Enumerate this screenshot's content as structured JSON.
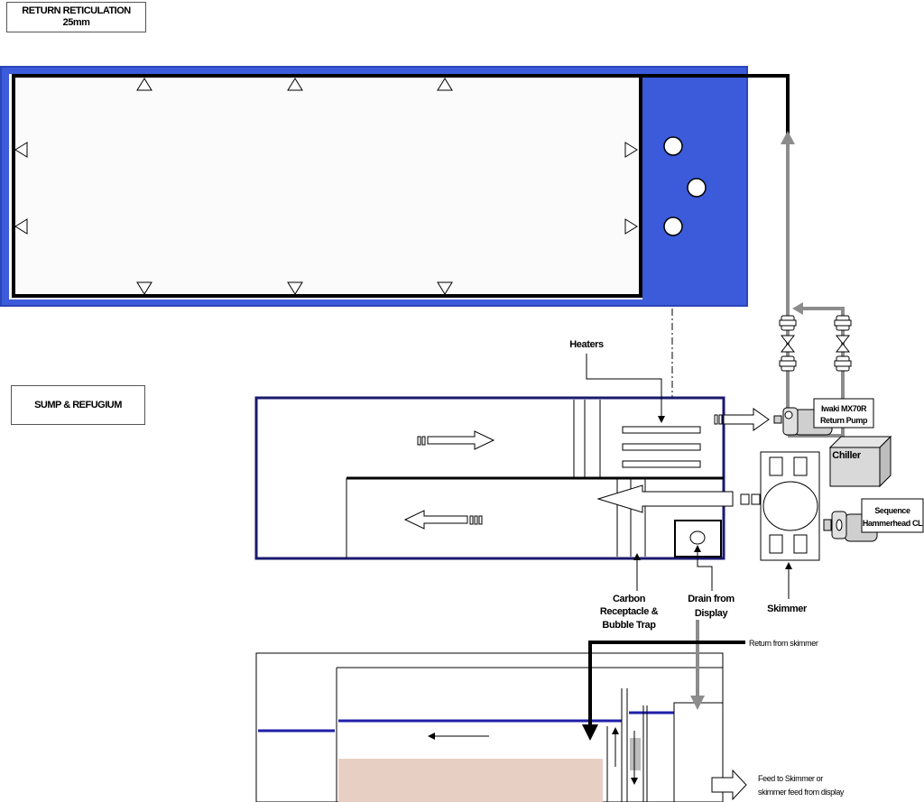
{
  "labels": {
    "return_reticulation": [
      "RETURN RETICULATION",
      "25mm"
    ],
    "sump_refugium": "SUMP & REFUGIUM",
    "heaters": "Heaters",
    "pump": [
      "Iwaki MX70R",
      "Return Pump"
    ],
    "chiller": "Chiller",
    "skimmer_pump": [
      "Sequence",
      "Hammerhead CL"
    ],
    "carbon": [
      "Carbon",
      "Receptacle &",
      "Bubble Trap"
    ],
    "drain": [
      "Drain from",
      "Display"
    ],
    "skimmer": "Skimmer",
    "return_from_skimmer": "Return from skimmer",
    "feed": [
      "Feed to Skimmer or",
      "skimmer feed from display"
    ]
  },
  "colors": {
    "display_blue": "#3b5bdb",
    "sump_border": "#1a1a6e",
    "water_line": "#1f1fa8",
    "pipe_grey": "#8c8c8c",
    "sand": "#e8cfc4",
    "device_grey": "#cfcfcf"
  }
}
